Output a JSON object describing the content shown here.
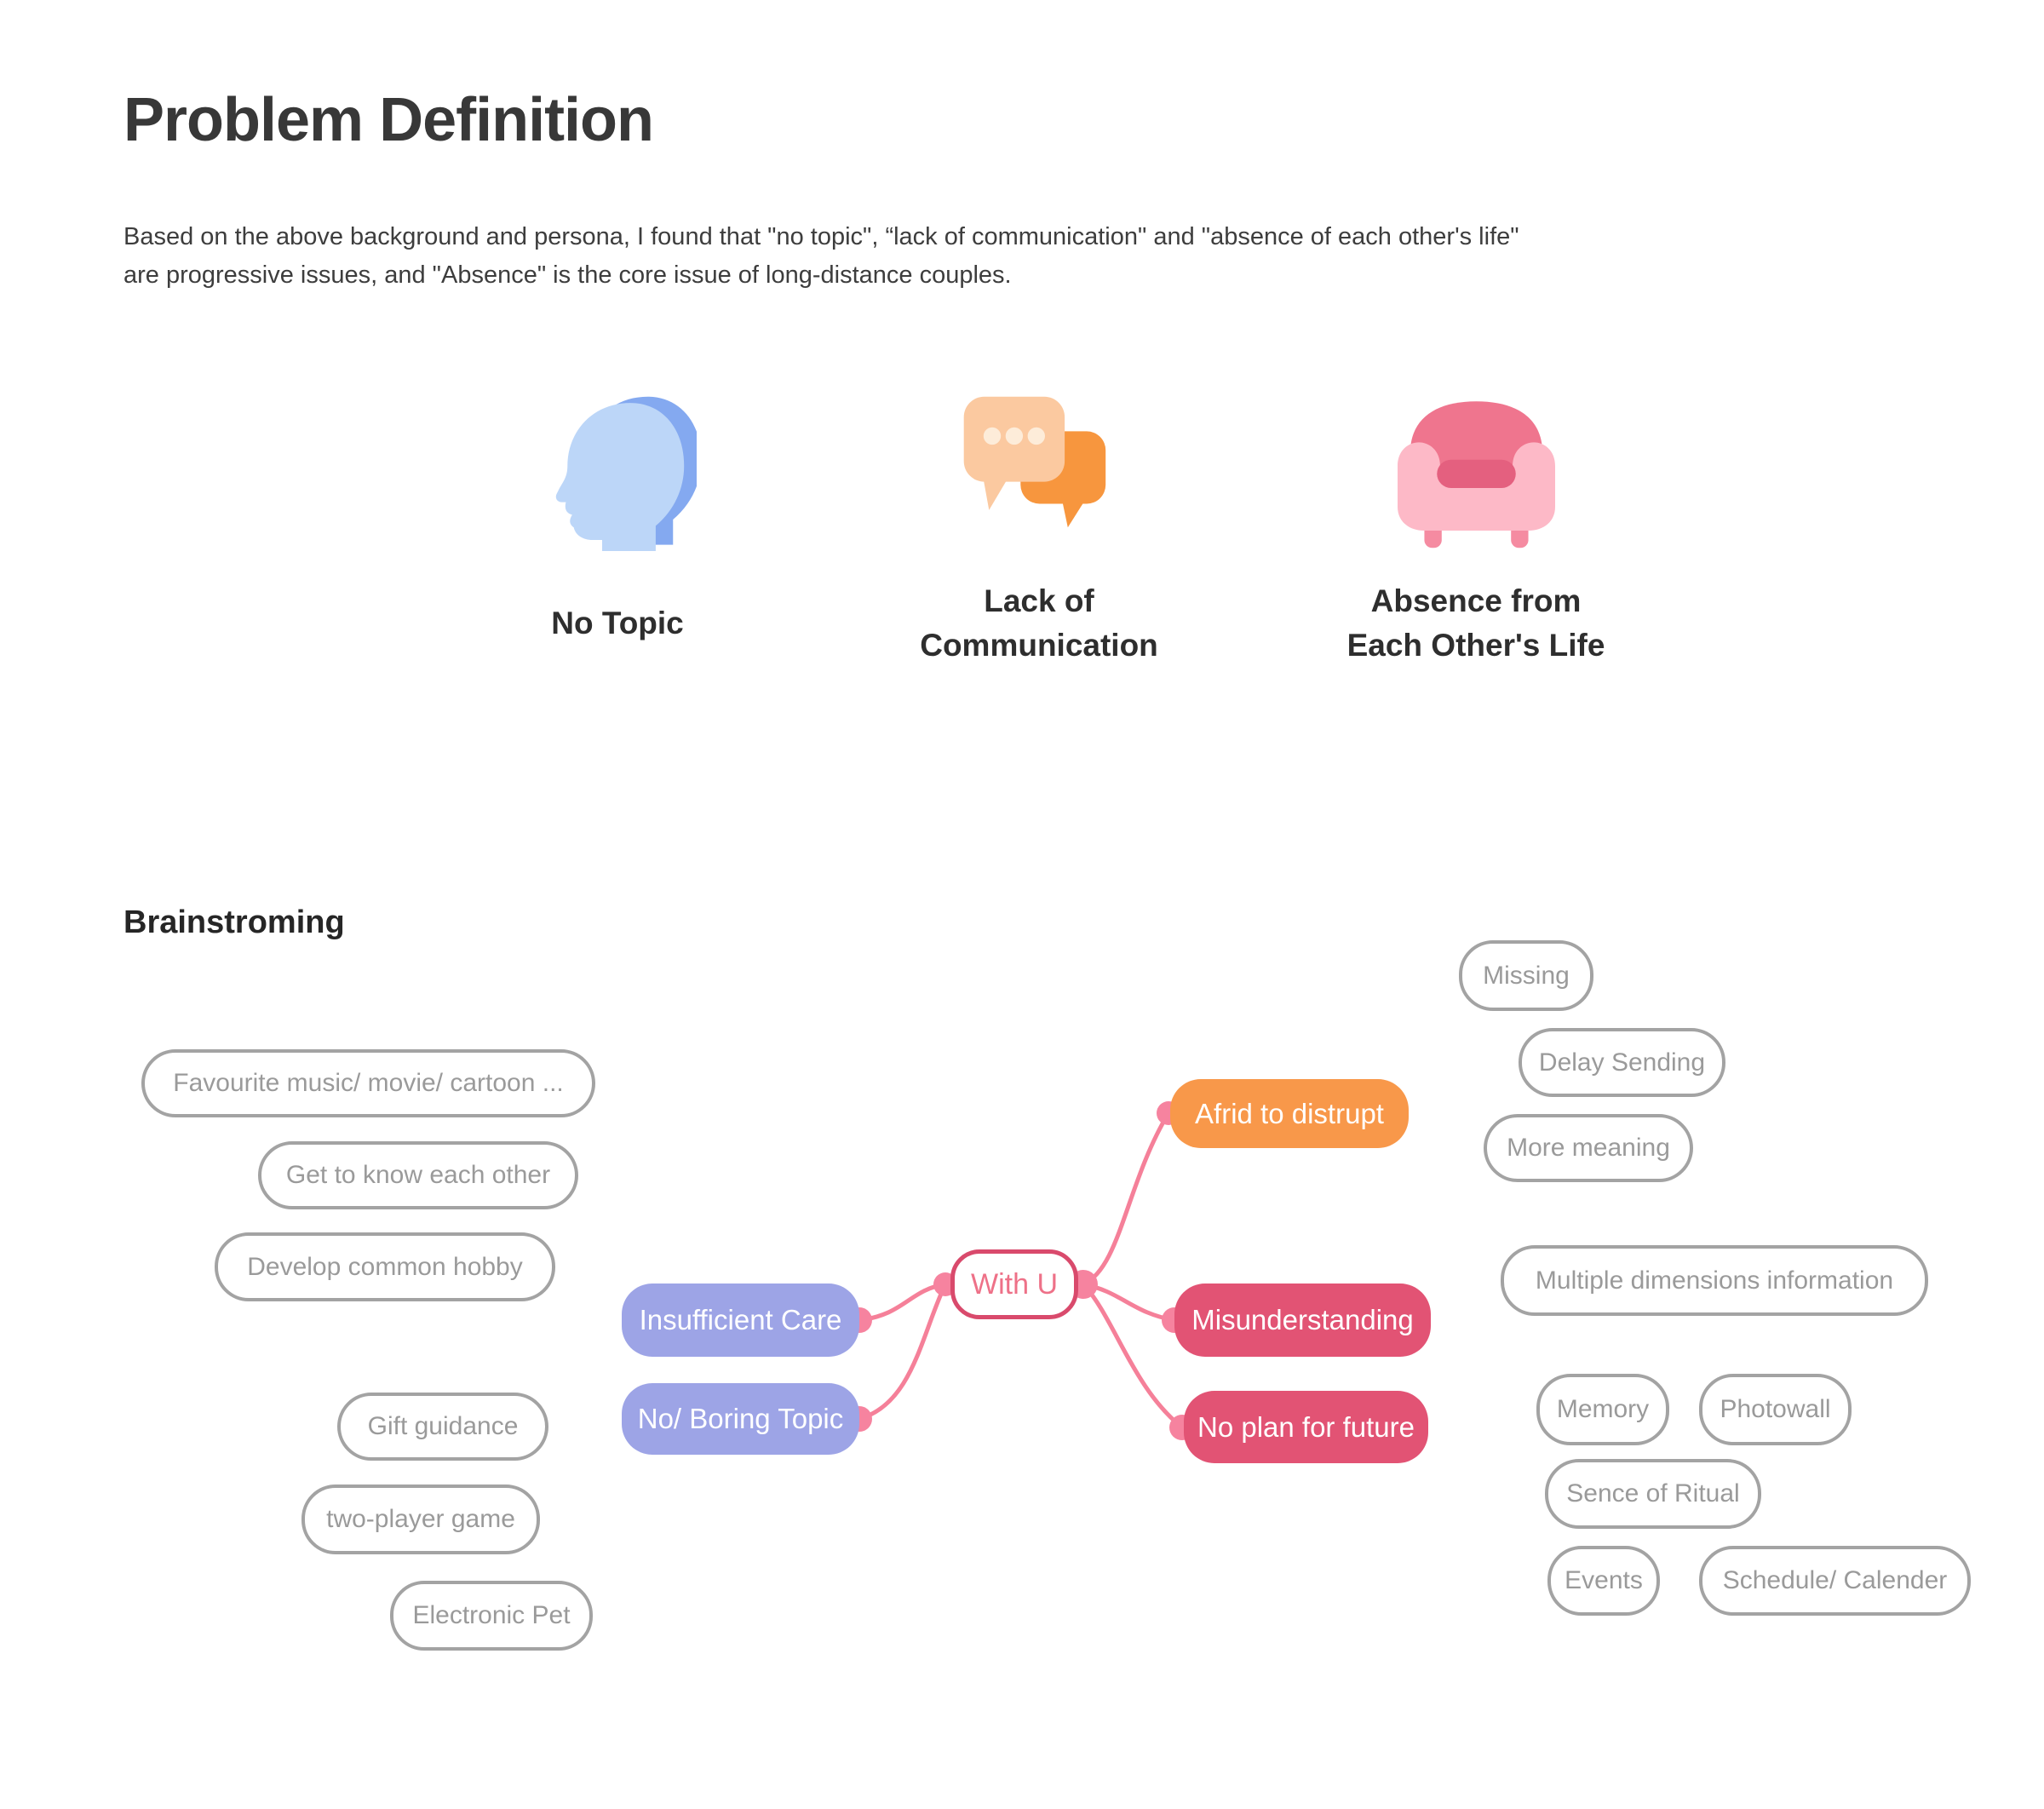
{
  "header": {
    "title": "Problem Definition",
    "description": "Based on the above background and persona, I found that \"no topic\", “lack of communication\" and \"absence of each other's life\" are progressive issues, and \"Absence\" is the core issue of long-distance couples."
  },
  "problems": [
    {
      "icon": "overlapping-heads-icon",
      "line1": "No Topic",
      "line2": ""
    },
    {
      "icon": "chat-bubbles-icon",
      "line1": "Lack of",
      "line2": "Communication"
    },
    {
      "icon": "armchair-icon",
      "line1": "Absence from",
      "line2": "Each Other's Life"
    }
  ],
  "brainstorming": {
    "heading": "Brainstroming",
    "center_label": "With U",
    "branches": [
      {
        "label": "Insufficient Care",
        "color": "#9da4e6"
      },
      {
        "label": "No/ Boring Topic",
        "color": "#9da4e6"
      },
      {
        "label": "Afrid to distrupt",
        "color": "#f8984a"
      },
      {
        "label": "Misunderstanding",
        "color": "#e25374"
      },
      {
        "label": "No plan for future",
        "color": "#e25374"
      }
    ],
    "ideas": [
      {
        "label": "Favourite music/ movie/ cartoon ..."
      },
      {
        "label": "Get to know each other"
      },
      {
        "label": "Develop common hobby"
      },
      {
        "label": "Gift guidance"
      },
      {
        "label": "two-player game"
      },
      {
        "label": "Electronic Pet"
      },
      {
        "label": "Missing"
      },
      {
        "label": "Delay Sending"
      },
      {
        "label": "More meaning"
      },
      {
        "label": "Multiple dimensions information"
      },
      {
        "label": "Memory"
      },
      {
        "label": "Photowall"
      },
      {
        "label": "Sence of Ritual"
      },
      {
        "label": "Events"
      },
      {
        "label": "Schedule/ Calender"
      }
    ]
  },
  "colors": {
    "center_border": "#d94a6c",
    "center_text": "#ee7188",
    "connector_line": "#f58099",
    "connector_dot": "#f6839f",
    "gray_pill_border": "#a3a3a3",
    "gray_pill_text": "#9a9a9a",
    "purple_pill": "#9da4e6",
    "orange_pill": "#f8984a",
    "rose_pill": "#e25374",
    "head_icon_front": "#bcd6f8",
    "head_icon_back": "#84a9f0",
    "bubble_light": "#fbc9a0",
    "bubble_dark": "#f7963e",
    "chair_back": "#ef758e",
    "chair_body": "#fdb9c7",
    "chair_cushion": "#e4607f"
  }
}
